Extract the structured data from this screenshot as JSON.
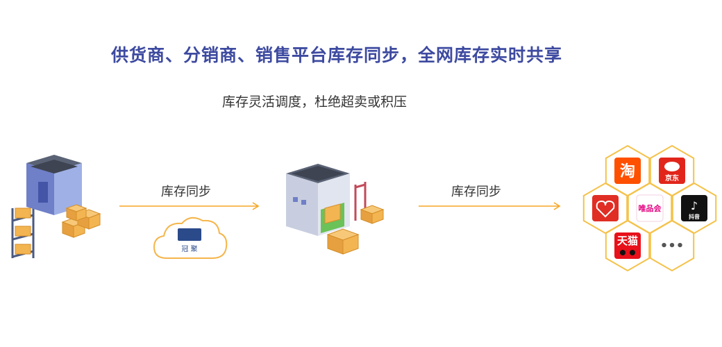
{
  "headline": "供货商、分销商、销售平台库存同步，全网库存实时共享",
  "subline": "库存灵活调度，杜绝超卖或积压",
  "flows": [
    {
      "label": "库存同步"
    },
    {
      "label": "库存同步"
    }
  ],
  "cloud_badge": {
    "glyph": "ᑭ亍",
    "brand": "冠 聚"
  },
  "platforms": [
    {
      "key": "taobao",
      "text": "淘",
      "color": "#ff5000"
    },
    {
      "key": "jd",
      "text": "京东",
      "color": "#e1251b"
    },
    {
      "key": "pinduoduo",
      "text": "",
      "color": "#e02e24"
    },
    {
      "key": "vip",
      "text": "唯品会",
      "color": "#e4007f"
    },
    {
      "key": "douyin",
      "text": "抖音",
      "color": "#111111"
    },
    {
      "key": "tmall",
      "text": "天猫",
      "color": "#e8101a"
    },
    {
      "key": "more",
      "text": "•••",
      "color": "#555555"
    }
  ],
  "colors": {
    "accent": "#f5a623",
    "headline": "#3d4aa0",
    "hex_border": "#f5c24a"
  }
}
